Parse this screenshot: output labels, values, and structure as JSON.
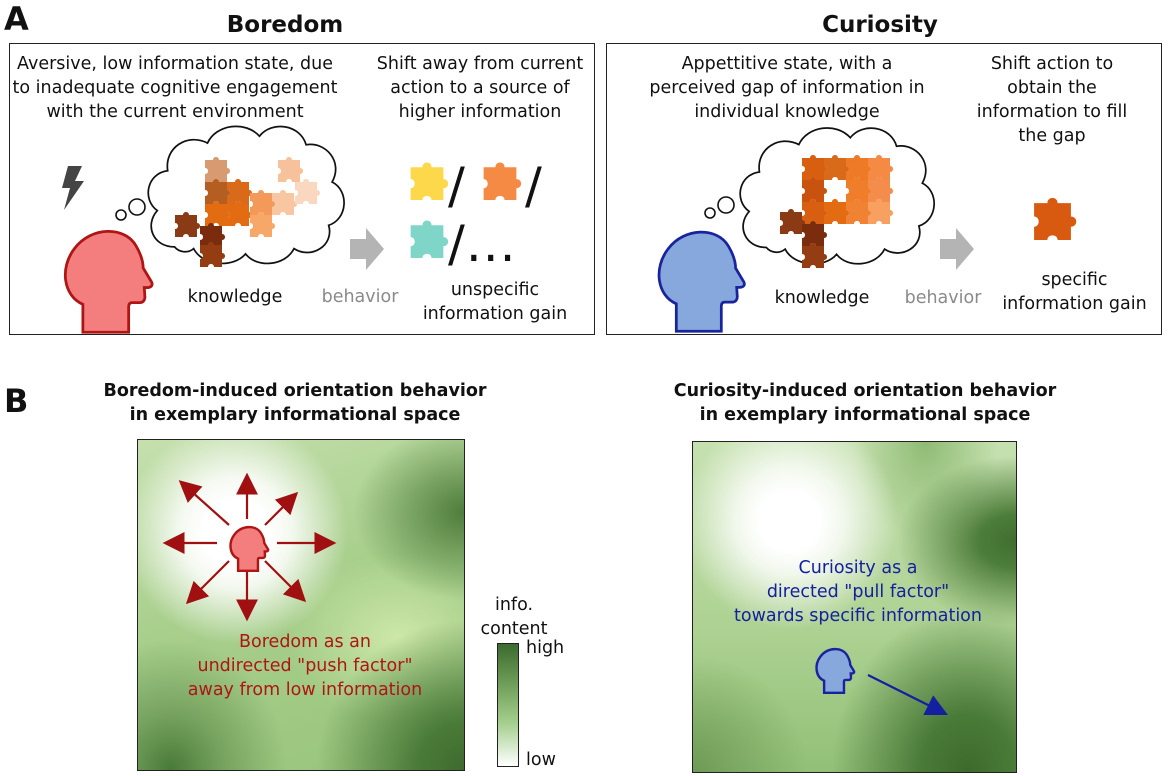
{
  "panelA": {
    "letter": "A",
    "boredom": {
      "title": "Boredom",
      "desc_left": [
        "Aversive, low information state, due",
        "to inadequate cognitive engagement",
        "with the current environment"
      ],
      "desc_right": [
        "Shift away from current",
        "action to a source of",
        "higher information"
      ],
      "knowledge_label": "knowledge",
      "behavior_label": "behavior",
      "gain_label": [
        "unspecific",
        "information gain"
      ],
      "sep1": "/",
      "sep2": "/",
      "sep3": "/..."
    },
    "curiosity": {
      "title": "Curiosity",
      "desc_left": [
        "Appettitive state, with a",
        "perceived gap of information in",
        "individual knowledge"
      ],
      "desc_right": [
        "Shift action to",
        "obtain the",
        "information to fill",
        "the gap"
      ],
      "knowledge_label": "knowledge",
      "behavior_label": "behavior",
      "gain_label": [
        "specific",
        "information gain"
      ]
    }
  },
  "panelB": {
    "letter": "B",
    "boredom": {
      "title": [
        "Boredom-induced orientation behavior",
        "in exemplary informational space"
      ],
      "caption": [
        "Boredom as an",
        "undirected \"push factor\"",
        "away from low information"
      ]
    },
    "curiosity": {
      "title": [
        "Curiosity-induced orientation behavior",
        "in exemplary informational space"
      ],
      "caption": [
        "Curiosity as a",
        "directed \"pull factor\"",
        "towards specific information"
      ]
    },
    "colorbar": {
      "title": [
        "info.",
        "content"
      ],
      "high": "high",
      "low": "low"
    }
  },
  "colors": {
    "boredom_head": "#f47e7e",
    "boredom_outline": "#b01515",
    "curiosity_head": "#86a8dd",
    "curiosity_outline": "#1a239e",
    "green_dark": "#3c6a2f",
    "green_light": "#b9d9a0"
  }
}
